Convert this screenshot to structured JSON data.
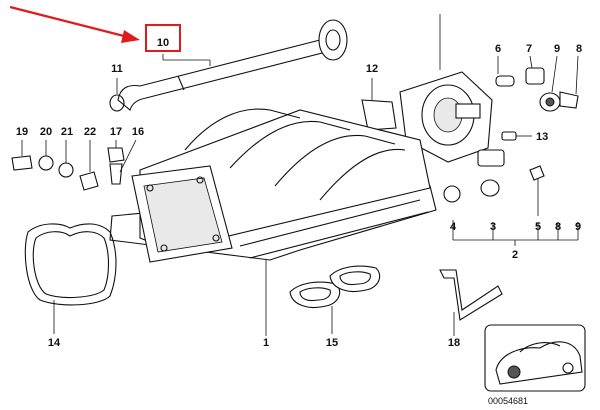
{
  "callouts": {
    "p1": "1",
    "p2": "2",
    "p3": "3",
    "p4": "4",
    "p5": "5",
    "p6": "6",
    "p7": "7",
    "p8": "8",
    "p9": "9",
    "p10": "10",
    "p11": "11",
    "p12": "12",
    "p13": "13",
    "p14": "14",
    "p15": "15",
    "p16": "16",
    "p17": "17",
    "p18": "18",
    "p19": "19",
    "p20": "20",
    "p21": "21",
    "p22": "22"
  },
  "reference": "00054681",
  "highlight_color": "#e11b1b",
  "highlighted_part": "10"
}
